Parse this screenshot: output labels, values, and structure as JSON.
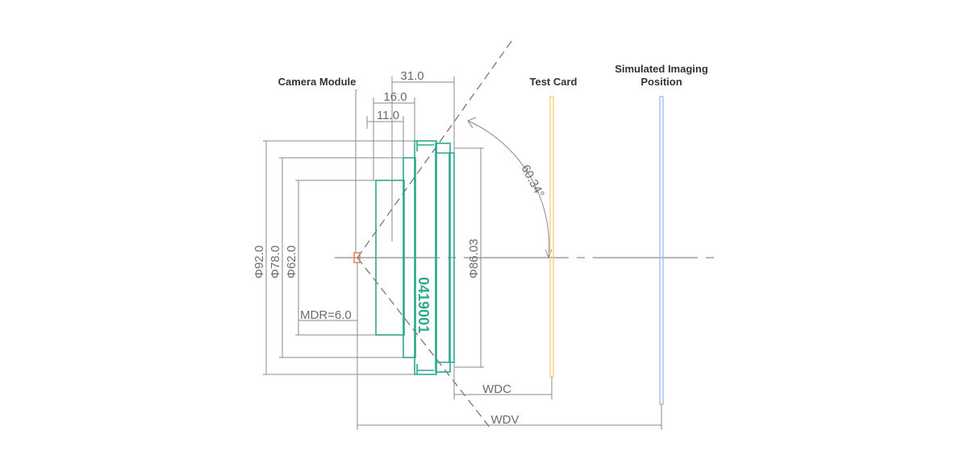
{
  "labels": {
    "camera_module": "Camera Module",
    "test_card": "Test Card",
    "sim_line1": "Simulated Imaging",
    "sim_line2": "Position"
  },
  "dimensions": {
    "length_31": "31.0",
    "length_16": "16.0",
    "length_11": "11.0",
    "dia_92": "Φ92.0",
    "dia_78": "Φ78.0",
    "dia_62": "Φ62.0",
    "dia_86": "Φ86.03",
    "mdr": "MDR=6.0",
    "angle": "60.34°",
    "wdc": "WDC",
    "wdv": "WDV"
  },
  "lens": {
    "serial": "0419001"
  },
  "colors": {
    "lens": "#2aa98f",
    "test_card": "#f2d37a",
    "simulated_plane": "#9ec3e6",
    "camera_module": "#e8734a",
    "dimension": "#8a8a8a"
  }
}
